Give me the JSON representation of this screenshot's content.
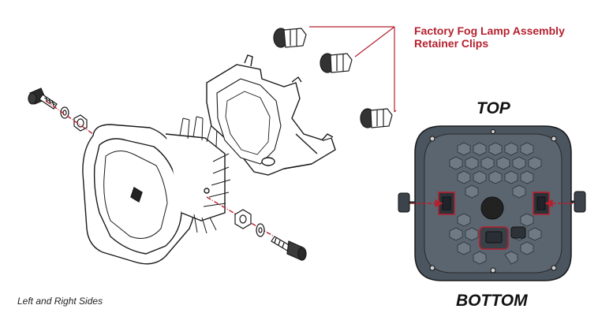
{
  "callout": {
    "line1": "Factory Fog Lamp Assembly",
    "line2": "Retainer Clips"
  },
  "orientation": {
    "top": "TOP",
    "bottom": "BOTTOM"
  },
  "caption": "Left and Right Sides",
  "colors": {
    "accent_red": "#b5202e",
    "housing_gray": "#4a5560",
    "line_black": "#1a1a1a"
  }
}
